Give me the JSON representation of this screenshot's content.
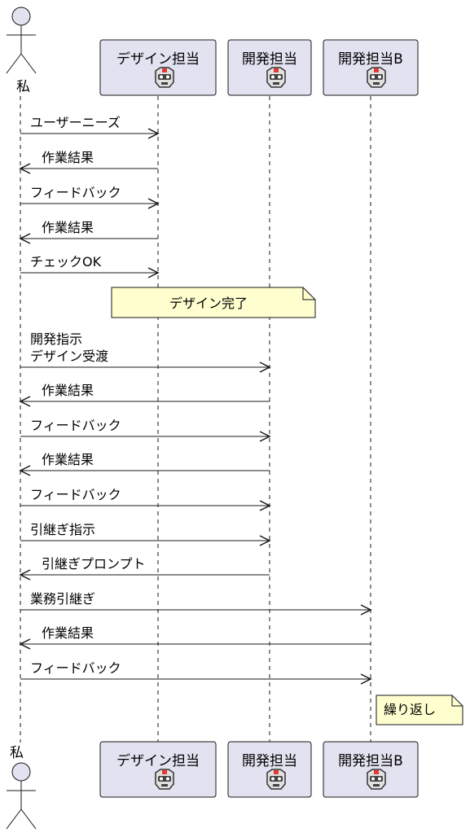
{
  "actor": {
    "name": "私"
  },
  "participants": [
    {
      "id": "design",
      "label": "デザイン担当",
      "icon": "robot-icon",
      "accent": "#e53935"
    },
    {
      "id": "dev",
      "label": "開発担当",
      "icon": "robot-icon",
      "accent": "#1e88e5"
    },
    {
      "id": "devb",
      "label": "開発担当B",
      "icon": "robot-icon",
      "accent": "#26a69a"
    }
  ],
  "messages": [
    {
      "from": "me",
      "to": "design",
      "lines": [
        "ユーザーニーズ"
      ]
    },
    {
      "from": "design",
      "to": "me",
      "lines": [
        "作業結果"
      ]
    },
    {
      "from": "me",
      "to": "design",
      "lines": [
        "フィードバック"
      ]
    },
    {
      "from": "design",
      "to": "me",
      "lines": [
        "作業結果"
      ]
    },
    {
      "from": "me",
      "to": "design",
      "lines": [
        "チェックOK"
      ]
    },
    {
      "from": "me",
      "to": "dev",
      "lines": [
        "開発指示",
        "デザイン受渡"
      ]
    },
    {
      "from": "dev",
      "to": "me",
      "lines": [
        "作業結果"
      ]
    },
    {
      "from": "me",
      "to": "dev",
      "lines": [
        "フィードバック"
      ]
    },
    {
      "from": "dev",
      "to": "me",
      "lines": [
        "作業結果"
      ]
    },
    {
      "from": "me",
      "to": "dev",
      "lines": [
        "フィードバック"
      ]
    },
    {
      "from": "me",
      "to": "dev",
      "lines": [
        "引継ぎ指示"
      ]
    },
    {
      "from": "dev",
      "to": "me",
      "lines": [
        "引継ぎプロンプト"
      ]
    },
    {
      "from": "me",
      "to": "devb",
      "lines": [
        "業務引継ぎ"
      ]
    },
    {
      "from": "devb",
      "to": "me",
      "lines": [
        "作業結果"
      ]
    },
    {
      "from": "me",
      "to": "devb",
      "lines": [
        "フィードバック"
      ]
    }
  ],
  "notes": [
    {
      "text": "デザイン完了",
      "over": [
        "design",
        "dev"
      ]
    },
    {
      "text": "繰り返し",
      "right_of": "devb"
    }
  ],
  "colors": {
    "participant_fill": "#e2e2f0",
    "participant_border": "#181818",
    "note_fill": "#fefece",
    "note_border": "#181818",
    "line": "#181818"
  }
}
